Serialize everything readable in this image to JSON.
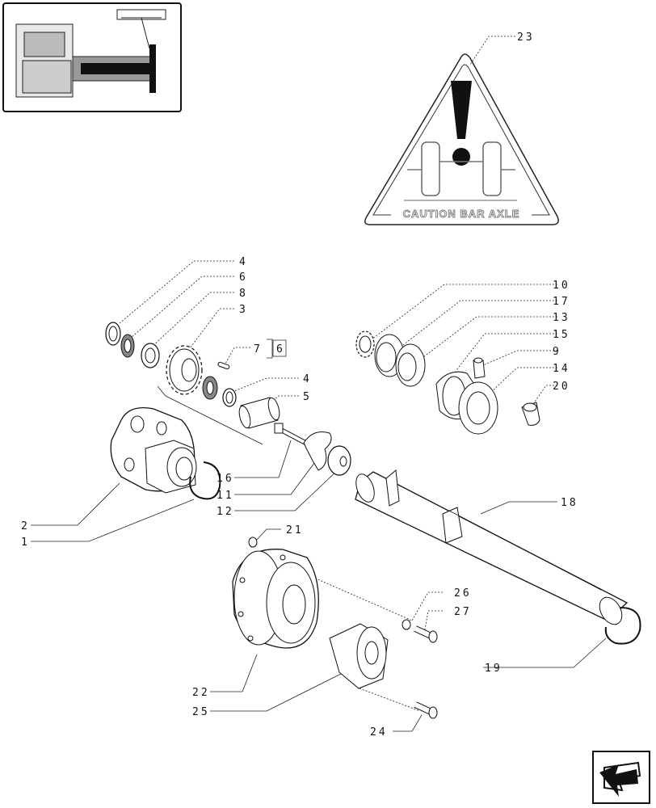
{
  "caution_sign": {
    "text": "CAUTION BAR AXLE"
  },
  "callouts": [
    {
      "id": "c23",
      "text": "23"
    },
    {
      "id": "c4a",
      "text": "4"
    },
    {
      "id": "c6",
      "text": "6"
    },
    {
      "id": "c8",
      "text": "8"
    },
    {
      "id": "c3",
      "text": "3"
    },
    {
      "id": "c7",
      "text": "7"
    },
    {
      "id": "c6box",
      "text": "6"
    },
    {
      "id": "c4b",
      "text": "4"
    },
    {
      "id": "c5",
      "text": "5"
    },
    {
      "id": "c10",
      "text": "10"
    },
    {
      "id": "c17",
      "text": "17"
    },
    {
      "id": "c13",
      "text": "13"
    },
    {
      "id": "c15",
      "text": "15"
    },
    {
      "id": "c9",
      "text": "9"
    },
    {
      "id": "c14",
      "text": "14"
    },
    {
      "id": "c20",
      "text": "20"
    },
    {
      "id": "c16",
      "text": "16"
    },
    {
      "id": "c11",
      "text": "11"
    },
    {
      "id": "c12",
      "text": "12"
    },
    {
      "id": "c18",
      "text": "18"
    },
    {
      "id": "c2",
      "text": "2"
    },
    {
      "id": "c1",
      "text": "1"
    },
    {
      "id": "c21",
      "text": "21"
    },
    {
      "id": "c26",
      "text": "26"
    },
    {
      "id": "c27",
      "text": "27"
    },
    {
      "id": "c19",
      "text": "19"
    },
    {
      "id": "c22",
      "text": "22"
    },
    {
      "id": "c25",
      "text": "25"
    },
    {
      "id": "c24",
      "text": "24"
    }
  ]
}
